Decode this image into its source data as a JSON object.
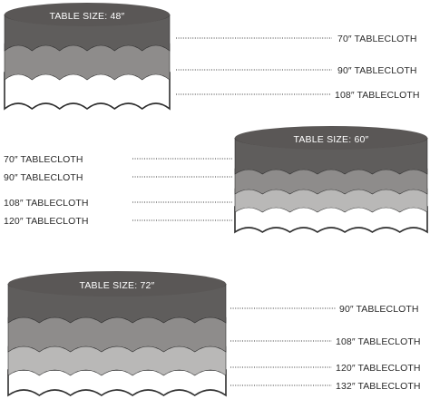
{
  "tables": [
    {
      "size_label": "TABLE SIZE: 48″",
      "cloths": [
        "70″ TABLECLOTH",
        "90″ TABLECLOTH",
        "108″ TABLECLOTH"
      ]
    },
    {
      "size_label": "TABLE SIZE: 60″",
      "cloths": [
        "70″ TABLECLOTH",
        "90″ TABLECLOTH",
        "108″ TABLECLOTH",
        "120″ TABLECLOTH"
      ]
    },
    {
      "size_label": "TABLE SIZE: 72″",
      "cloths": [
        "90″ TABLECLOTH",
        "108″ TABLECLOTH",
        "120″ TABLECLOTH",
        "132″ TABLECLOTH"
      ]
    }
  ],
  "colors": {
    "table_top": "#5a5756",
    "table_top_rim": "#3b3938",
    "cloth_shades": [
      "#5f5d5c",
      "#8e8c8b",
      "#b9b8b7",
      "#ffffff"
    ],
    "cloth_outline": "#2e2e2e"
  }
}
